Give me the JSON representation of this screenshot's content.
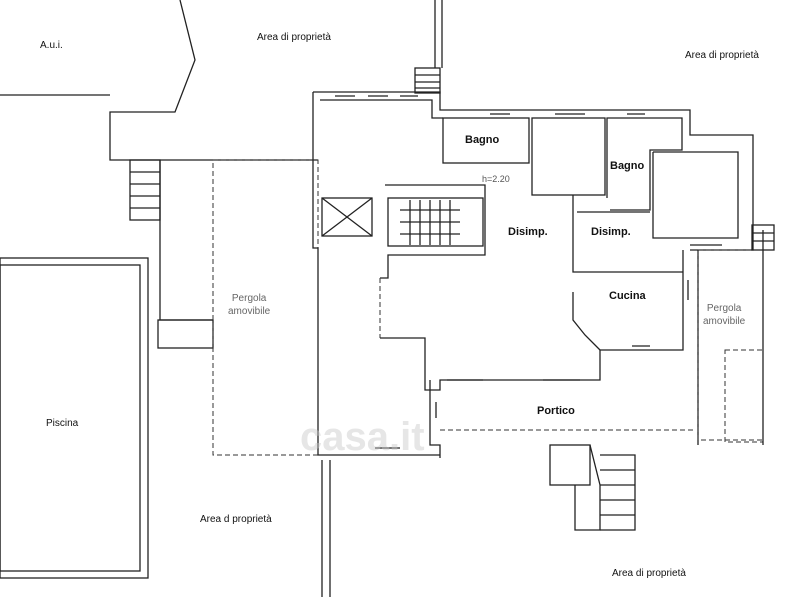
{
  "labels": {
    "aui": "A.u.i.",
    "area_top": "Area di proprietà",
    "area_top_right": "Area di proprietà",
    "bagno_1": "Bagno",
    "bagno_2": "Bagno",
    "height_note": "h=2.20",
    "disimp_1": "Disimp.",
    "disimp_2": "Disimp.",
    "cucina": "Cucina",
    "pergola_left_1": "Pergola",
    "pergola_left_2": "amovibile",
    "pergola_right_1": "Pergola",
    "pergola_right_2": "amovibile",
    "portico": "Portico",
    "piscina": "Piscina",
    "area_bottom_left": "Area d proprietà",
    "area_bottom_right": "Area di proprietà"
  },
  "watermark": "casa.it"
}
